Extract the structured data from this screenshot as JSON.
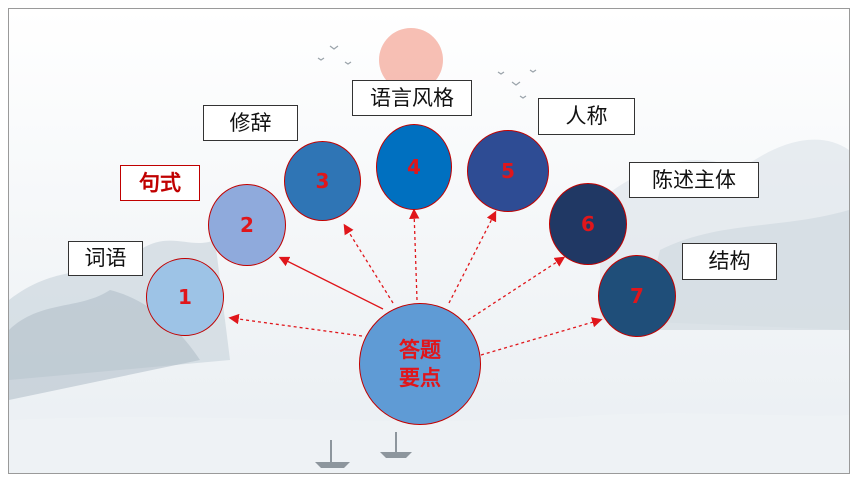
{
  "center": {
    "line1": "答题",
    "line2": "要点"
  },
  "nodes": [
    {
      "number": "1",
      "label": "词语",
      "highlight": false,
      "color": "#9dc3e6"
    },
    {
      "number": "2",
      "label": "句式",
      "highlight": true,
      "color": "#8faadc"
    },
    {
      "number": "3",
      "label": "修辞",
      "highlight": false,
      "color": "#2f75b5"
    },
    {
      "number": "4",
      "label": "语言风格",
      "highlight": false,
      "color": "#0070c0"
    },
    {
      "number": "5",
      "label": "人称",
      "highlight": false,
      "color": "#2e4c94"
    },
    {
      "number": "6",
      "label": "陈述主体",
      "highlight": false,
      "color": "#203864"
    },
    {
      "number": "7",
      "label": "结构",
      "highlight": false,
      "color": "#1f4e79"
    }
  ],
  "colors": {
    "connector": "#e0161b",
    "center_fill": "#5f9bd5",
    "number_text": "#e0161b"
  }
}
